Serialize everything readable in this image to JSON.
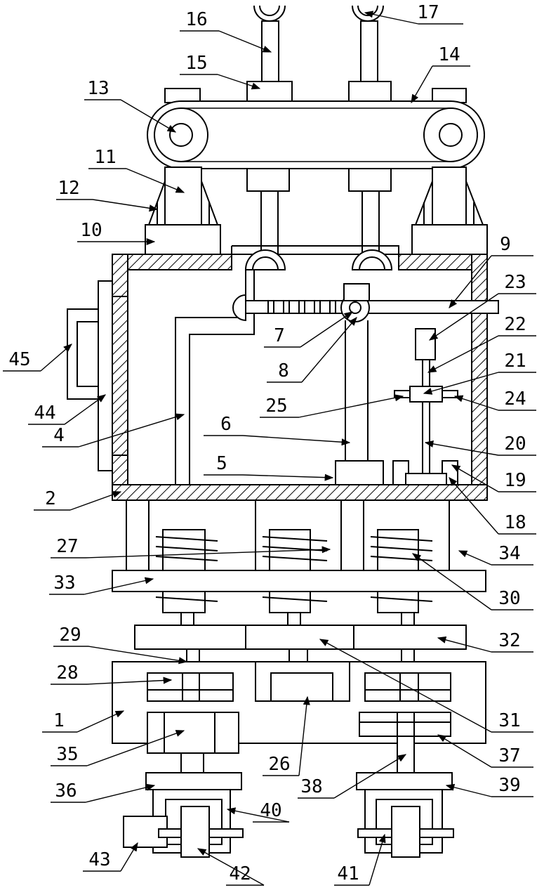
{
  "figure": {
    "labels": [
      {
        "id": "L1",
        "text": "1"
      },
      {
        "id": "L2",
        "text": "2"
      },
      {
        "id": "L4",
        "text": "4"
      },
      {
        "id": "L5",
        "text": "5"
      },
      {
        "id": "L6",
        "text": "6"
      },
      {
        "id": "L7",
        "text": "7"
      },
      {
        "id": "L8",
        "text": "8"
      },
      {
        "id": "L9",
        "text": "9"
      },
      {
        "id": "L10",
        "text": "10"
      },
      {
        "id": "L11",
        "text": "11"
      },
      {
        "id": "L12",
        "text": "12"
      },
      {
        "id": "L13",
        "text": "13"
      },
      {
        "id": "L14",
        "text": "14"
      },
      {
        "id": "L15",
        "text": "15"
      },
      {
        "id": "L16",
        "text": "16"
      },
      {
        "id": "L17",
        "text": "17"
      },
      {
        "id": "L18",
        "text": "18"
      },
      {
        "id": "L19",
        "text": "19"
      },
      {
        "id": "L20",
        "text": "20"
      },
      {
        "id": "L21",
        "text": "21"
      },
      {
        "id": "L22",
        "text": "22"
      },
      {
        "id": "L23",
        "text": "23"
      },
      {
        "id": "L24",
        "text": "24"
      },
      {
        "id": "L25",
        "text": "25"
      },
      {
        "id": "L26",
        "text": "26"
      },
      {
        "id": "L27",
        "text": "27"
      },
      {
        "id": "L28",
        "text": "28"
      },
      {
        "id": "L29",
        "text": "29"
      },
      {
        "id": "L30",
        "text": "30"
      },
      {
        "id": "L31",
        "text": "31"
      },
      {
        "id": "L32",
        "text": "32"
      },
      {
        "id": "L33",
        "text": "33"
      },
      {
        "id": "L34",
        "text": "34"
      },
      {
        "id": "L35",
        "text": "35"
      },
      {
        "id": "L36",
        "text": "36"
      },
      {
        "id": "L37",
        "text": "37"
      },
      {
        "id": "L38",
        "text": "38"
      },
      {
        "id": "L39",
        "text": "39"
      },
      {
        "id": "L40",
        "text": "40"
      },
      {
        "id": "L41",
        "text": "41"
      },
      {
        "id": "L42",
        "text": "42"
      },
      {
        "id": "L43",
        "text": "43"
      },
      {
        "id": "L44",
        "text": "44"
      },
      {
        "id": "L45",
        "text": "45"
      }
    ]
  }
}
